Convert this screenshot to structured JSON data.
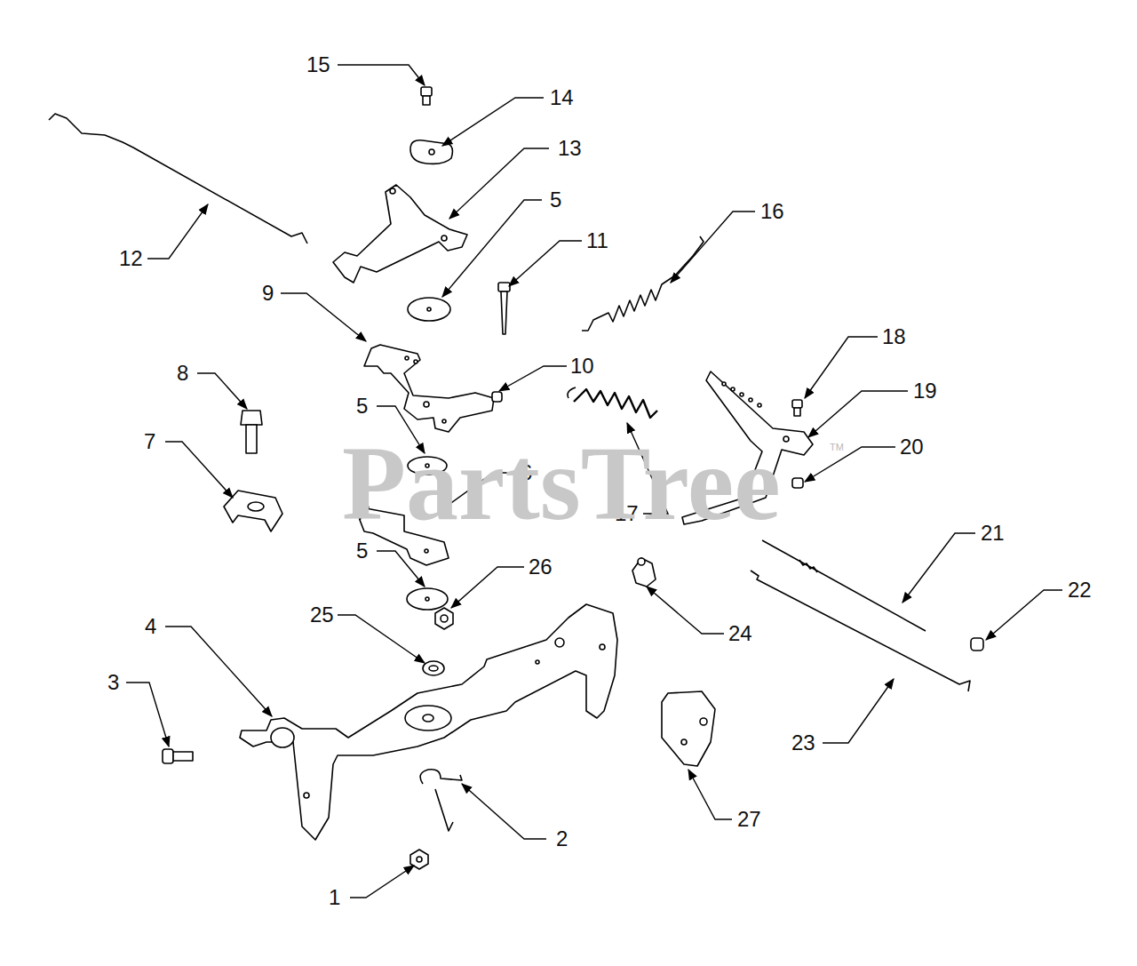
{
  "diagram": {
    "labels": [
      "15",
      "14",
      "13",
      "5",
      "11",
      "16",
      "12",
      "9",
      "10",
      "18",
      "19",
      "8",
      "7",
      "5",
      "6",
      "20",
      "17",
      "21",
      "22",
      "5",
      "26",
      "25",
      "4",
      "24",
      "3",
      "23",
      "27",
      "2",
      "1",
      "PartsTree",
      "TM"
    ]
  }
}
